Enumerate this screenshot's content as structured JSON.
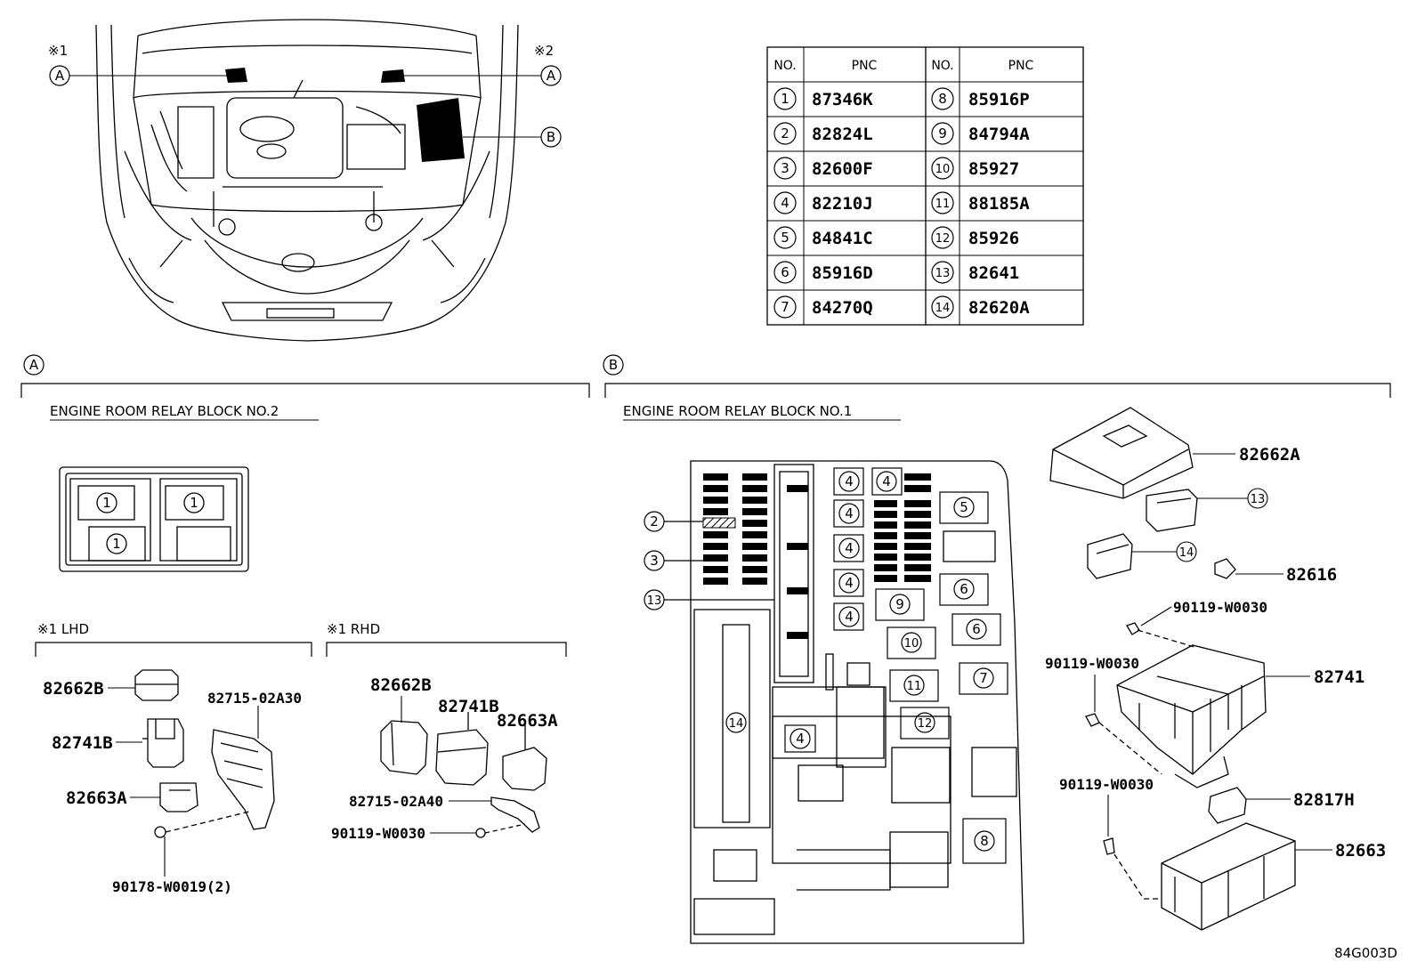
{
  "table": {
    "headers": [
      "NO.",
      "PNC",
      "NO.",
      "PNC"
    ],
    "rows": [
      {
        "n1": "1",
        "p1": "87346K",
        "n2": "8",
        "p2": "85916P"
      },
      {
        "n1": "2",
        "p1": "82824L",
        "n2": "9",
        "p2": "84794A"
      },
      {
        "n1": "3",
        "p1": "82600F",
        "n2": "10",
        "p2": "85927"
      },
      {
        "n1": "4",
        "p1": "82210J",
        "n2": "11",
        "p2": "88185A"
      },
      {
        "n1": "5",
        "p1": "84841C",
        "n2": "12",
        "p2": "85926"
      },
      {
        "n1": "6",
        "p1": "85916D",
        "n2": "13",
        "p2": "82641"
      },
      {
        "n1": "7",
        "p1": "84270Q",
        "n2": "14",
        "p2": "82620A"
      }
    ]
  },
  "overview": {
    "note1": "※1",
    "note2": "※2",
    "callout_a": "A",
    "callout_b": "B"
  },
  "section_a": {
    "marker": "A",
    "title": "ENGINE ROOM RELAY BLOCK NO.2",
    "relay_labels": [
      "1",
      "1",
      "1"
    ],
    "lhd": {
      "heading": "※1 LHD",
      "parts": [
        "82662B",
        "82741B",
        "82663A",
        "82715-02A30",
        "90178-W0019(2)"
      ]
    },
    "rhd": {
      "heading": "※1 RHD",
      "parts": [
        "82662B",
        "82741B",
        "82663A",
        "82715-02A40",
        "90119-W0030"
      ]
    }
  },
  "section_b": {
    "marker": "B",
    "title": "ENGINE ROOM RELAY BLOCK NO.1",
    "block_callouts": [
      "2",
      "3",
      "13"
    ],
    "block_numbers": [
      "4",
      "4",
      "4",
      "4",
      "4",
      "4",
      "5",
      "9",
      "6",
      "6",
      "10",
      "7",
      "11",
      "12",
      "14",
      "4",
      "8"
    ],
    "parts": [
      "82662A",
      "13",
      "14",
      "82616",
      "90119-W0030",
      "82741",
      "90119-W0030",
      "82817H",
      "90119-W0030",
      "82663"
    ]
  },
  "figure_code": "84G003D"
}
